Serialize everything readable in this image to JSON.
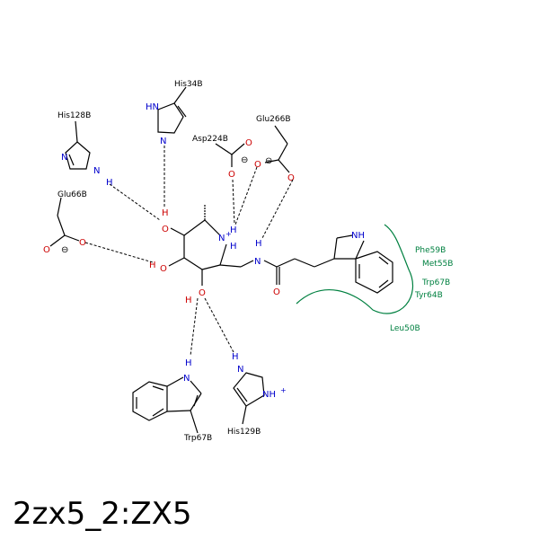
{
  "title": "2zx5_2:ZX5",
  "colors": {
    "nitrogen": "#0000cc",
    "oxygen": "#cc0000",
    "carbon": "#000000",
    "hydrophobic": "#008040"
  },
  "residues": {
    "his34": "His34B",
    "his128": "His128B",
    "asp224": "Asp224B",
    "glu266": "Glu266B",
    "glu66": "Glu66B",
    "trp67_bottom": "Trp67B",
    "his129": "His129B"
  },
  "hydrophobic_residues": {
    "phe59": "Phe59B",
    "met55": "Met55B",
    "trp67": "Trp67B",
    "tyr64": "Tyr64B",
    "leu50": "Leu50B"
  },
  "atoms": {
    "n": "N",
    "nh": "NH",
    "hn": "HN",
    "nh_plus": "NH",
    "n_plus": "N",
    "o": "O",
    "h": "H",
    "plus": "+",
    "minus": "⊖"
  }
}
